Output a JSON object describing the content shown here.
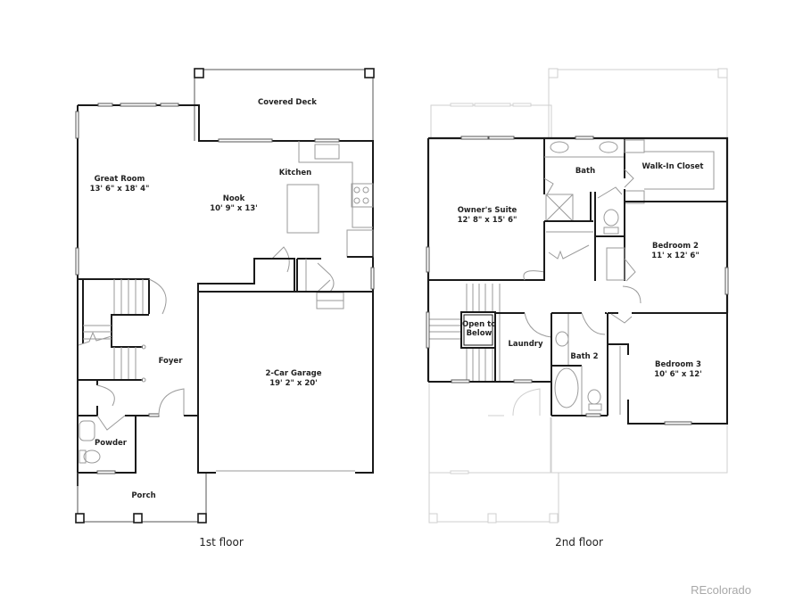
{
  "floors": [
    {
      "name": "1st floor",
      "rooms": [
        {
          "name": "Covered Deck",
          "dims": ""
        },
        {
          "name": "Great Room",
          "dims": "13' 6\" x 18' 4\""
        },
        {
          "name": "Nook",
          "dims": "10' 9\" x 13'"
        },
        {
          "name": "Kitchen",
          "dims": ""
        },
        {
          "name": "Foyer",
          "dims": ""
        },
        {
          "name": "2-Car Garage",
          "dims": "19' 2\" x 20'"
        },
        {
          "name": "Powder",
          "dims": ""
        },
        {
          "name": "Porch",
          "dims": ""
        }
      ]
    },
    {
      "name": "2nd floor",
      "rooms": [
        {
          "name": "Owner's Suite",
          "dims": "12' 8\" x 15' 6\""
        },
        {
          "name": "Bath",
          "dims": ""
        },
        {
          "name": "Walk-In Closet",
          "dims": ""
        },
        {
          "name": "Bedroom 2",
          "dims": "11' x 12' 6\""
        },
        {
          "name": "Open to Below",
          "dims": ""
        },
        {
          "name": "Laundry",
          "dims": ""
        },
        {
          "name": "Bath 2",
          "dims": ""
        },
        {
          "name": "Bedroom 3",
          "dims": "10' 6\" x 12'"
        }
      ]
    }
  ],
  "open_to_line1": "Open to",
  "open_to_line2": "Below",
  "watermark": "REcolorado",
  "colors": {
    "wall": "#1a1a1a",
    "fixture": "#9a9a9a",
    "ghost": "#cfcfcf",
    "watermark": "#a8a8a8"
  }
}
